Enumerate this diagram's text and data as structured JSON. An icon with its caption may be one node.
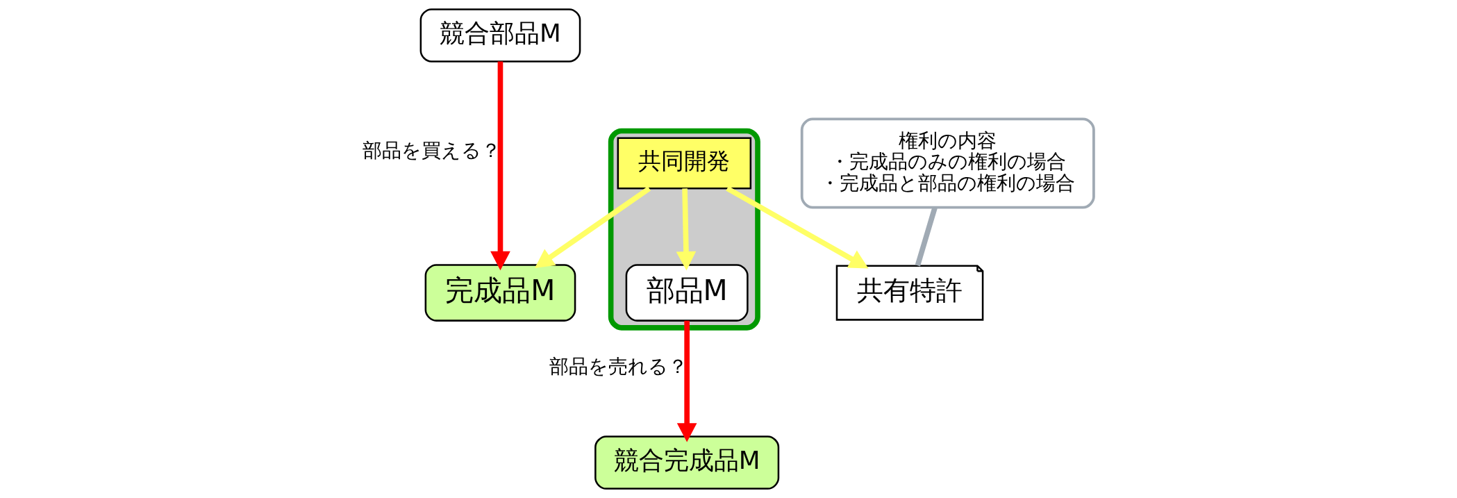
{
  "diagram": {
    "nodes": [
      {
        "text": [
          "競合部品M"
        ]
      },
      {
        "text": [],
        "shape": "box"
      },
      {
        "text": [
          "完成品M"
        ]
      },
      {
        "text": [
          "共同開発"
        ],
        "in": 1
      },
      {
        "text": [
          "部品M"
        ],
        "in": 1
      },
      {
        "text": [
          "競合完成品M"
        ]
      },
      {
        "text": [
          "共有特許"
        ]
      },
      {
        "text": [
          "権利の内容",
          "・完成品のみの権利の場合",
          "・完成品と部品の権利の場合"
        ]
      }
    ],
    "edges": [
      {
        "from": 0,
        "to": 2,
        "arrow": "to",
        "label": "部品を買える？",
        "color": "#ff0000"
      },
      {
        "from": 4,
        "to": 5,
        "arrow": "to",
        "label": "部品を売れる？",
        "color": "#ff0000"
      },
      {
        "from": 3,
        "to": 2,
        "arrow": "to",
        "color": "#ffff66"
      },
      {
        "from": 3,
        "to": 4,
        "arrow": "to",
        "color": "#ffff66"
      },
      {
        "from": 3,
        "to": 6,
        "arrow": "to",
        "color": "#ffff66"
      },
      {
        "from": 7,
        "to": 6,
        "arrow": "none",
        "color": "#a0aab4"
      }
    ]
  }
}
